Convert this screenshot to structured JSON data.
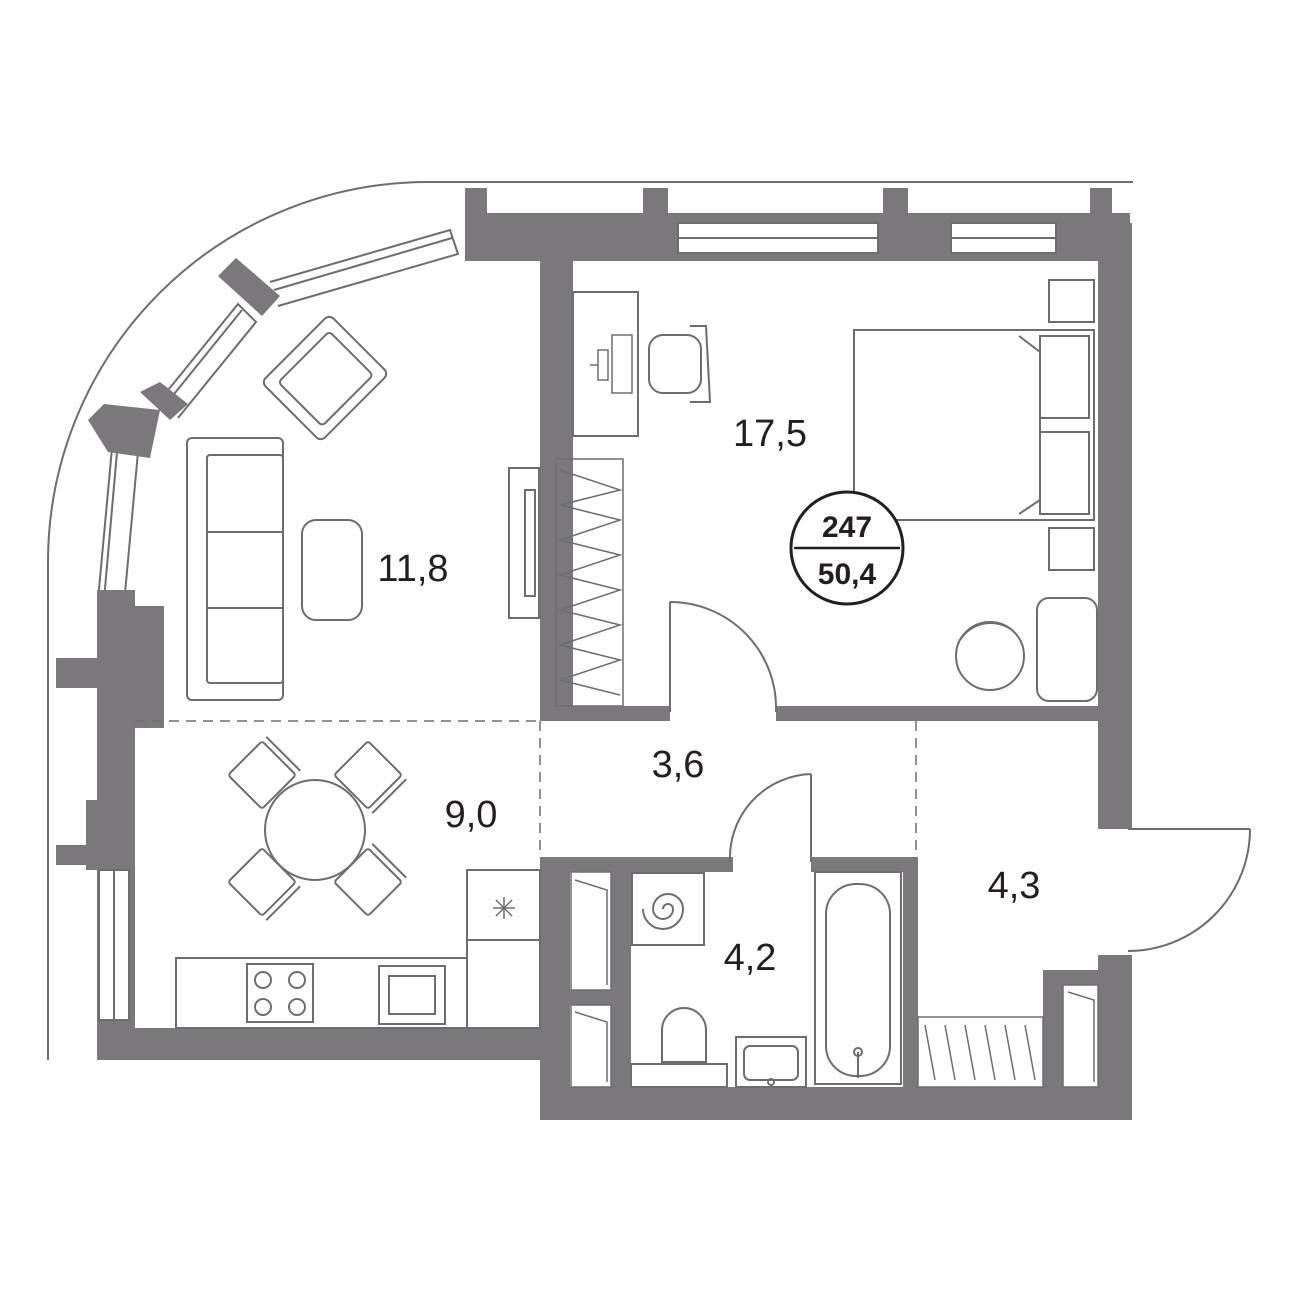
{
  "apartment": {
    "number": "247",
    "total_area": "50,4"
  },
  "rooms": {
    "living": "11,8",
    "bedroom": "17,5",
    "kitchen": "9,0",
    "hall": "3,6",
    "bathroom": "4,2",
    "entrance": "4,3"
  },
  "colors": {
    "wall": "#7a787b",
    "line": "#6d6d6f",
    "text": "#231f20",
    "background": "#ffffff"
  },
  "icons": [
    "armchair",
    "sofa",
    "coffee-table",
    "tv",
    "wardrobe",
    "desk",
    "computer",
    "office-chair",
    "double-bed",
    "nightstand",
    "pouf",
    "dining-table",
    "dining-chair",
    "hob",
    "oven",
    "fridge",
    "washing-machine",
    "toilet",
    "sink",
    "bathtub",
    "shelving",
    "entrance-door"
  ]
}
